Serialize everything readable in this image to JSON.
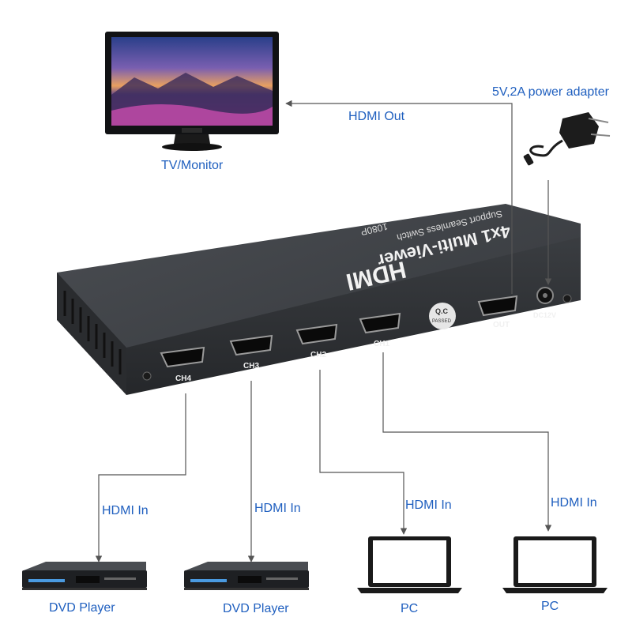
{
  "labels": {
    "monitor": "TV/Monitor",
    "hdmi_out": "HDMI Out",
    "power": "5V,2A power adapter",
    "hdmi_in_1": "HDMI In",
    "hdmi_in_2": "HDMI In",
    "hdmi_in_3": "HDMI In",
    "hdmi_in_4": "HDMI In",
    "dvd_1": "DVD Player",
    "dvd_2": "DVD Player",
    "pc_1": "PC",
    "pc_2": "PC"
  },
  "device": {
    "logo": "HDMI",
    "title": "4x1 Multi-Viewer",
    "subtitle": "Support Seamless Switch",
    "resolution": "1080P",
    "ports": {
      "ch4": "CH4",
      "ch3": "CH3",
      "ch2": "CH2",
      "ch1": "CH1",
      "out": "OUT",
      "dc": "DC12V"
    },
    "qc": "Q.C",
    "qc_passed": "PASSED"
  },
  "colors": {
    "label_text": "#1f5fbf",
    "line": "#555555",
    "device_body": "#3a3d40",
    "device_front": "#2b2d30"
  }
}
